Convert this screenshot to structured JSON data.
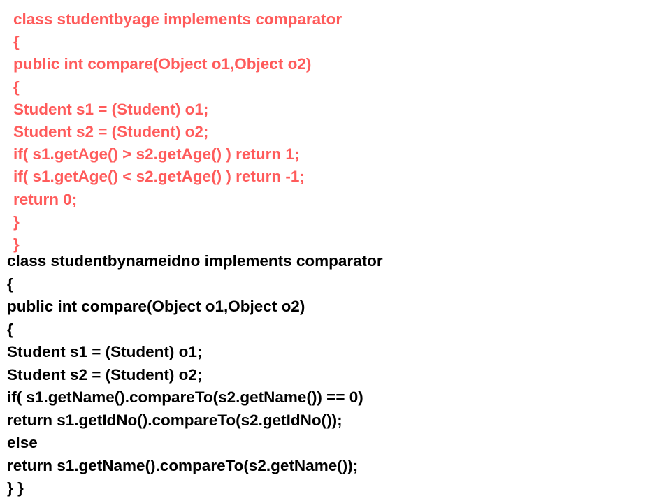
{
  "colors": {
    "background": "#ffffff",
    "red_code": "#ff5b5b",
    "black_code": "#000000"
  },
  "block_red": {
    "lines": [
      "class studentbyage implements comparator",
      "{",
      "public int compare(Object o1,Object o2)",
      "{",
      "Student s1 = (Student) o1;",
      "Student s2 = (Student) o2;",
      "if( s1.getAge() > s2.getAge() ) return 1;",
      "if( s1.getAge() < s2.getAge() ) return -1;",
      "return 0;",
      "}",
      "}"
    ]
  },
  "block_black": {
    "lines": [
      "class studentbynameidno implements comparator",
      "{",
      "public int compare(Object o1,Object o2)",
      "{",
      "Student s1 = (Student) o1;",
      "Student s2 = (Student) o2;",
      "if( s1.getName().compareTo(s2.getName()) == 0)",
      "return s1.getIdNo().compareTo(s2.getIdNo());",
      "else",
      "return s1.getName().compareTo(s2.getName());",
      "} }"
    ]
  }
}
